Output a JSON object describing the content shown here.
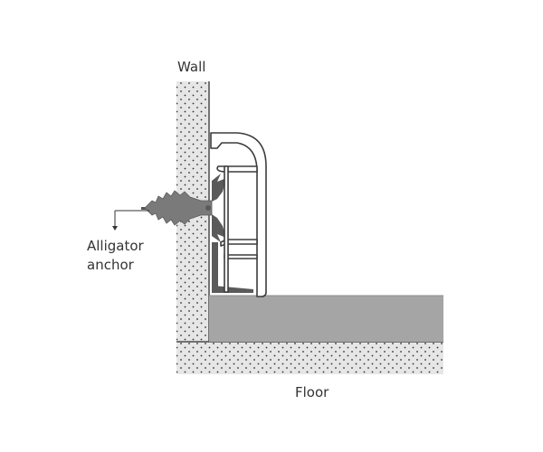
{
  "labels": {
    "wall": "Wall",
    "floor": "Floor",
    "anchor_line1": "Alligator",
    "anchor_line2": "anchor"
  },
  "colors": {
    "concrete": "#e6e6e6",
    "concrete_dots": "#2f2f2f",
    "outline": "#4a4a4a",
    "profile_fill": "#ffffff",
    "profile_stroke": "#3c3c3c",
    "floor_covering": "#a5a5a5",
    "anchor": "#7a7a7a",
    "anchor_insert": "#5a5a5a",
    "text": "#333333"
  }
}
